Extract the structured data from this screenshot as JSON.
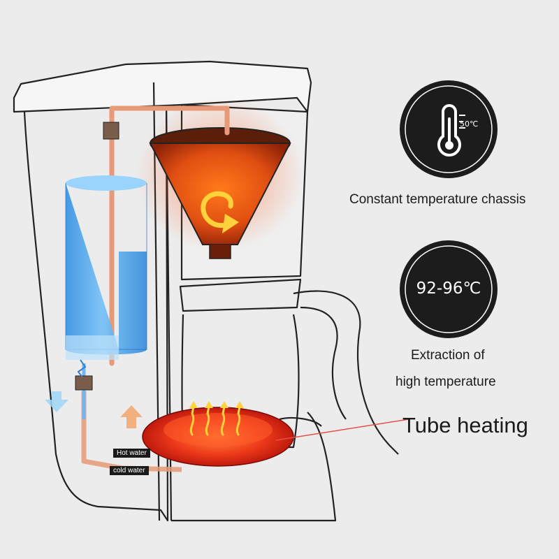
{
  "features": {
    "thermostat": {
      "icon": "thermometer-icon",
      "icon_text": "50℃",
      "label": "Constant temperature chassis"
    },
    "extraction": {
      "badge_text": "92-96℃",
      "label_line1": "Extraction of",
      "label_line2": "high temperature"
    },
    "heating": {
      "label": "Tube heating"
    }
  },
  "diagram_tags": {
    "hot_water": "Hot water",
    "cold_water": "cold water"
  },
  "colors": {
    "background": "#ececec",
    "badge": "#1c1c1c",
    "tank_blue": "#5fb0ef",
    "hot_pipe": "#e89a78",
    "filter_orange": "#e04e12",
    "heater_red": "#e8231a",
    "arrow_yellow": "#ffd23c"
  }
}
